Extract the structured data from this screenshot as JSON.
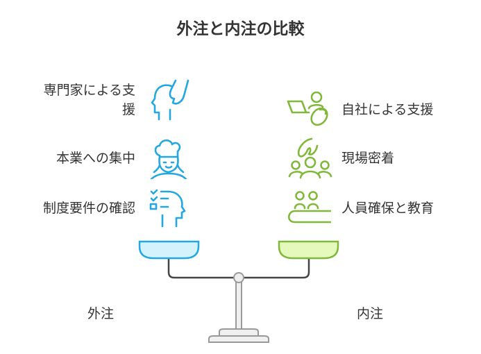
{
  "title": "外注と内注の比較",
  "left": {
    "label": "外注",
    "color": "#22a7e0",
    "items": [
      {
        "text_line1": "専門家による支",
        "text_line2": "援",
        "icon": "head-hand-icon"
      },
      {
        "text": "本業への集中",
        "icon": "chef-icon"
      },
      {
        "text": "制度要件の確認",
        "icon": "checklist-head-icon"
      }
    ]
  },
  "right": {
    "label": "内注",
    "color": "#80b83a",
    "items": [
      {
        "text": "自社による支援",
        "icon": "laptop-person-icon"
      },
      {
        "text": "現場密着",
        "icon": "team-hand-icon"
      },
      {
        "text": "人員確保と教育",
        "icon": "people-desk-icon"
      }
    ]
  }
}
